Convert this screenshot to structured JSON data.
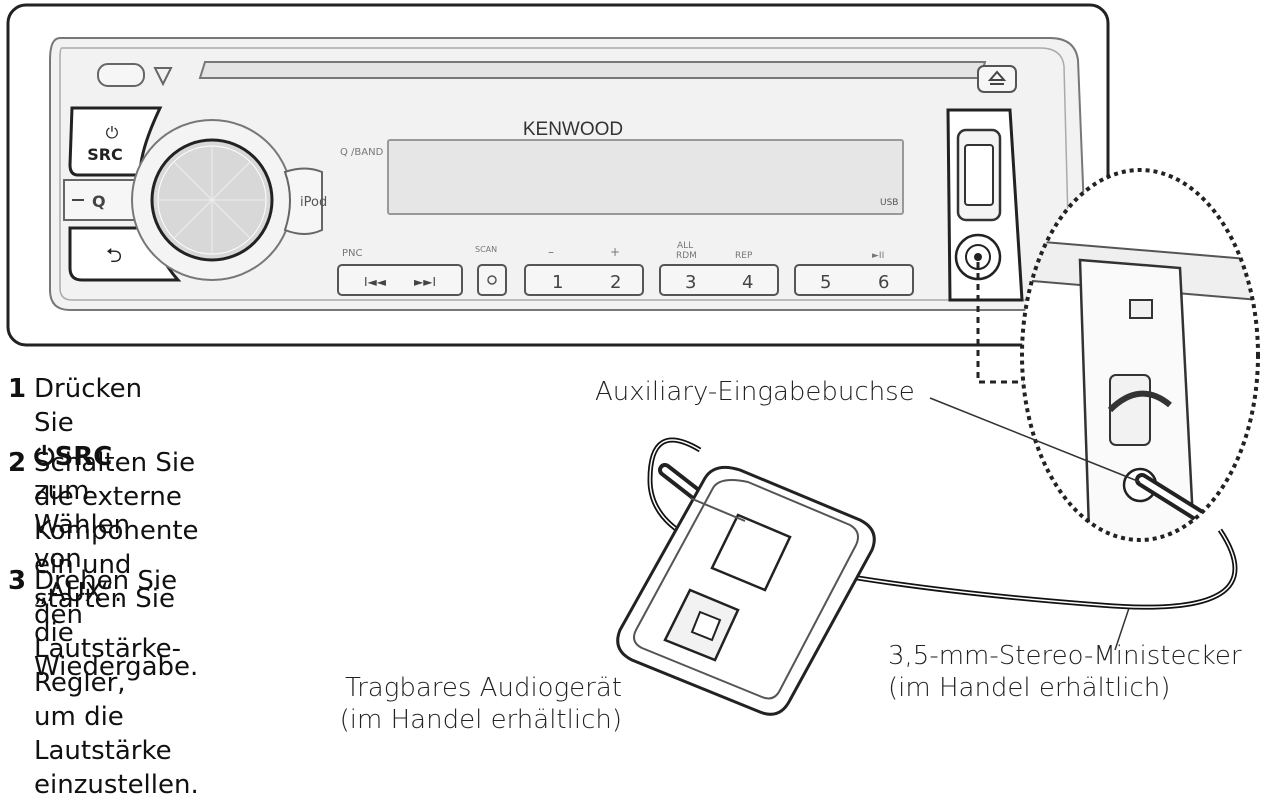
{
  "radio": {
    "brand": "KENWOOD",
    "labels": {
      "power": "⏻",
      "src": "SRC",
      "search": "Q",
      "search_band": "Q /BAND",
      "ipod": "iPod",
      "pnc": "PNC",
      "scan": "SCAN",
      "all": "ALL",
      "rdm": "RDM",
      "rep": "REP",
      "minus": "–",
      "plus": "+",
      "play_pause": "►II",
      "usb": "USB",
      "back": "⮌"
    },
    "preset_keys": [
      "1",
      "2",
      "3",
      "4",
      "5",
      "6"
    ],
    "transport_keys": [
      "I◄◄",
      "►►I"
    ]
  },
  "steps": [
    {
      "num": "1",
      "text_before": "Drücken Sie ",
      "text_bold": "⏻SRC",
      "text_after": " zum Wählen von\n„AUX“."
    },
    {
      "num": "2",
      "text": "Schalten Sie die externe\nKomponente ein und starten Sie die\nWiedergabe."
    },
    {
      "num": "3",
      "text": "Drehen Sie den Lautstärke-Regler,\num die Lautstärke einzustellen."
    }
  ],
  "callouts": {
    "aux_input": "Auxiliary-Eingabebuchse",
    "plug": "3,5-mm-Stereo-Ministecker\n(im Handel erhältlich)",
    "player": "Tragbares Audiogerät\n(im Handel erhältlich)"
  }
}
